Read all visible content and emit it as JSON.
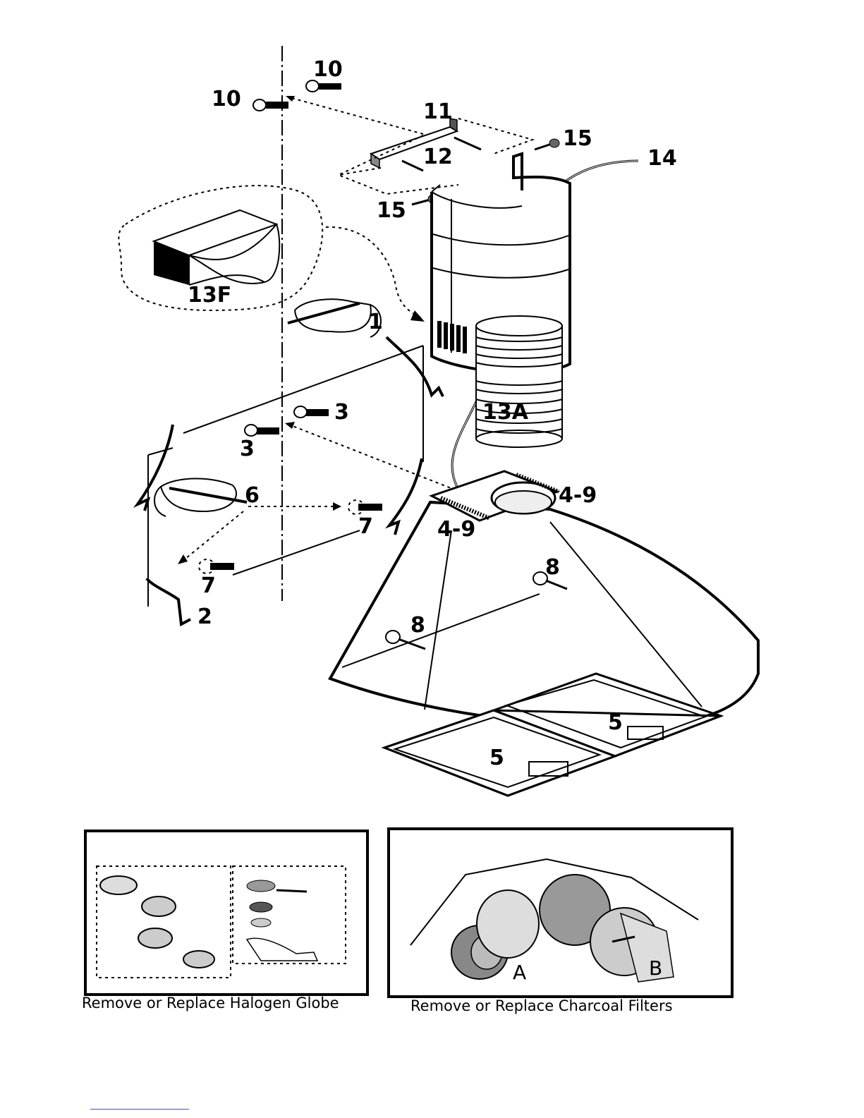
{
  "callouts": {
    "c10a": "10",
    "c10b": "10",
    "c11": "11",
    "c12": "12",
    "c15a": "15",
    "c15b": "15",
    "c14": "14",
    "c13f": "13F",
    "c1": "1",
    "c13a": "13A",
    "c3a": "3",
    "c3b": "3",
    "c6": "6",
    "c7a": "7",
    "c7b": "7",
    "c49a": "4-9",
    "c49b": "4-9",
    "c2": "2",
    "c8a": "8",
    "c8b": "8",
    "c5a": "5",
    "c5b": "5"
  },
  "insets": {
    "halogen": {
      "caption": "Remove or Replace Halogen Globe"
    },
    "charcoal": {
      "caption": "Remove or Replace Charcoal Filters",
      "label_a": "A",
      "label_b": "B"
    }
  }
}
